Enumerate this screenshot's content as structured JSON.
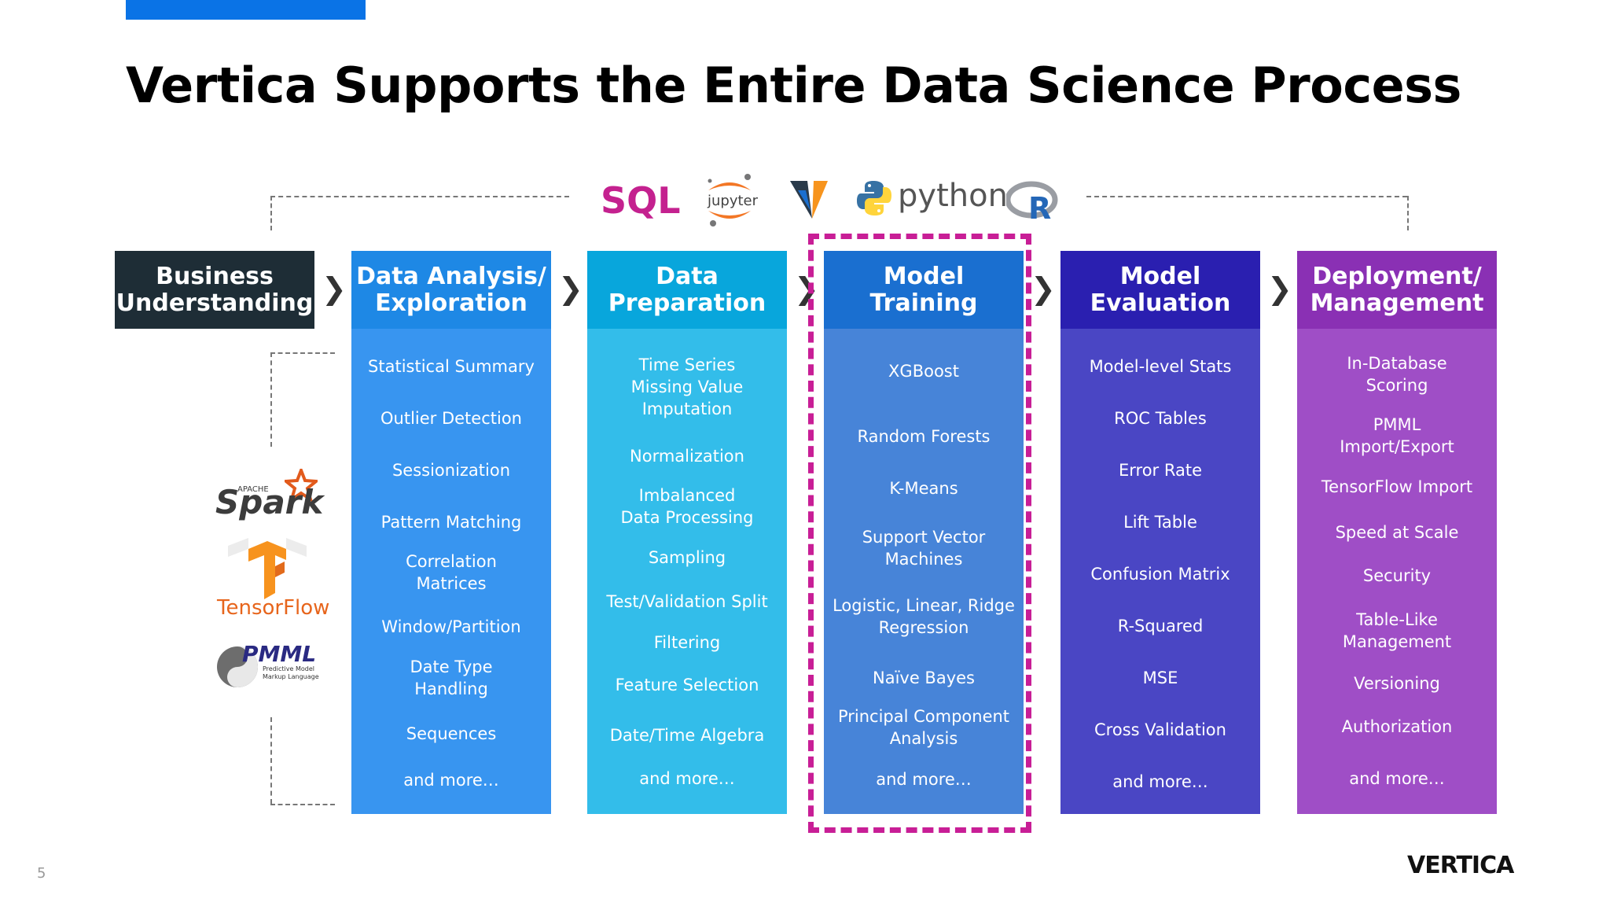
{
  "slide": {
    "title": "Vertica Supports the Entire Data Science Process",
    "page_number": "5",
    "brand_logo": "VERTICA"
  },
  "tools": {
    "sql": "SQL",
    "jupyter": "jupyter",
    "python": "python",
    "r": "R",
    "vertica_icon": "vertica-v-icon"
  },
  "side_logos": {
    "spark_apache": "APACHE",
    "spark": "Spark",
    "tensorflow": "TensorFlow",
    "pmml": "PMML",
    "pmml_line1": "Predictive Model",
    "pmml_line2": "Markup Language"
  },
  "colors": {
    "business": "#1e2d36",
    "analysis": "#1e88e5",
    "analysis_body": "#3895f0",
    "preparation": "#08a6dc",
    "preparation_body": "#33bdea",
    "training": "#1a6fd0",
    "training_body": "#4784d8",
    "evaluation": "#2a1fb0",
    "evaluation_body": "#4a46c4",
    "deployment": "#8a30b4",
    "deployment_body": "#9f4ec6",
    "highlight": "#c81e96"
  },
  "columns": [
    {
      "header": [
        "Business",
        "Understanding"
      ],
      "items": []
    },
    {
      "header": [
        "Data Analysis/",
        "Exploration"
      ],
      "items": [
        [
          "Statistical Summary"
        ],
        [
          "Outlier Detection"
        ],
        [
          "Sessionization"
        ],
        [
          "Pattern Matching"
        ],
        [
          "Correlation",
          "Matrices"
        ],
        [
          "Window/Partition"
        ],
        [
          "Date Type",
          "Handling"
        ],
        [
          "Sequences"
        ],
        [
          "and more…"
        ]
      ]
    },
    {
      "header": [
        "Data",
        "Preparation"
      ],
      "items": [
        [
          "Time Series",
          "Missing Value",
          "Imputation"
        ],
        [
          "Normalization"
        ],
        [
          "Imbalanced",
          "Data Processing"
        ],
        [
          "Sampling"
        ],
        [
          "Test/Validation Split"
        ],
        [
          "Filtering"
        ],
        [
          "Feature Selection"
        ],
        [
          "Date/Time Algebra"
        ],
        [
          "and more…"
        ]
      ]
    },
    {
      "header": [
        "Model",
        "Training"
      ],
      "items": [
        [
          "XGBoost"
        ],
        [
          "Random Forests"
        ],
        [
          "K-Means"
        ],
        [
          "Support Vector",
          "Machines"
        ],
        [
          "Logistic, Linear, Ridge",
          "Regression"
        ],
        [
          "Naïve Bayes"
        ],
        [
          "Principal Component",
          "Analysis"
        ],
        [
          "and more…"
        ]
      ]
    },
    {
      "header": [
        "Model",
        "Evaluation"
      ],
      "items": [
        [
          "Model-level Stats"
        ],
        [
          "ROC Tables"
        ],
        [
          "Error Rate"
        ],
        [
          "Lift Table"
        ],
        [
          "Confusion Matrix"
        ],
        [
          "R-Squared"
        ],
        [
          "MSE"
        ],
        [
          "Cross Validation"
        ],
        [
          "and more…"
        ]
      ]
    },
    {
      "header": [
        "Deployment/",
        "Management"
      ],
      "items": [
        [
          "In-Database",
          "Scoring"
        ],
        [
          "PMML",
          "Import/Export"
        ],
        [
          "TensorFlow Import"
        ],
        [
          "Speed at Scale"
        ],
        [
          "Security"
        ],
        [
          "Table-Like",
          "Management"
        ],
        [
          "Versioning"
        ],
        [
          "Authorization"
        ],
        [
          "and more…"
        ]
      ]
    }
  ],
  "arrow_glyph": "❯"
}
